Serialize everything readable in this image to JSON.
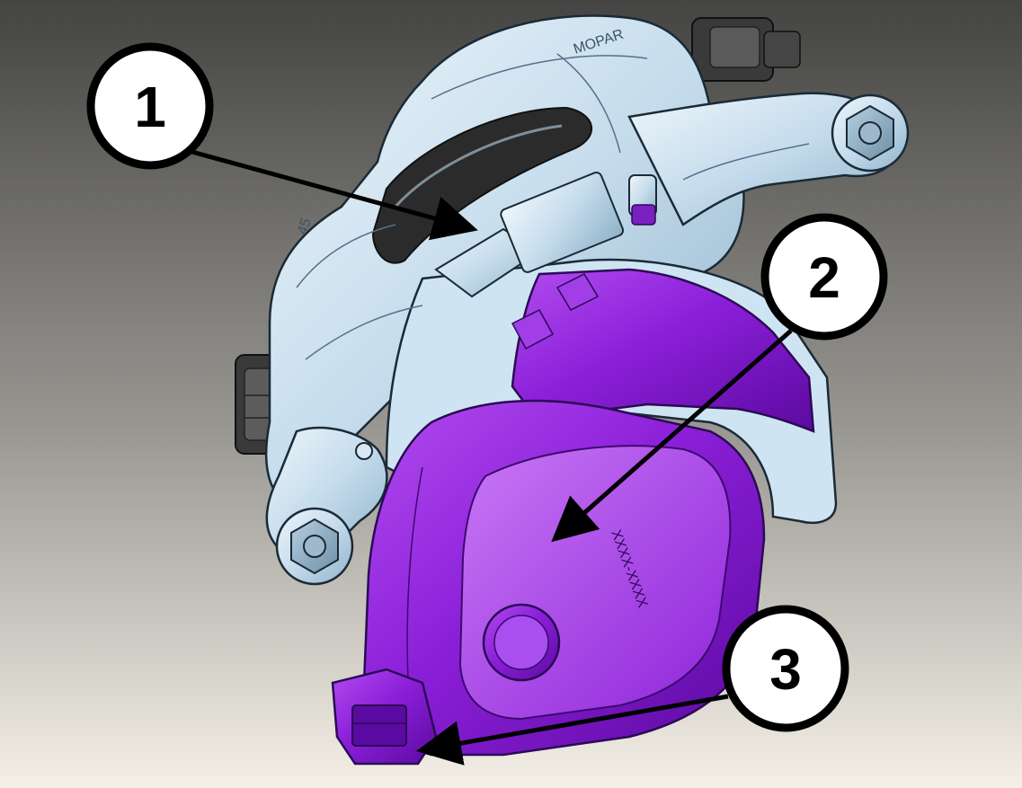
{
  "callouts": [
    {
      "id": "1",
      "label": "1"
    },
    {
      "id": "2",
      "label": "2"
    },
    {
      "id": "3",
      "label": "3"
    }
  ],
  "engraving": {
    "caliper_top": "MOPAR",
    "caliper_side": "45",
    "motor_cover": "XXXX-XXXX"
  },
  "colors": {
    "background_top": "#4a4a48",
    "background_bottom": "#f3efe6",
    "caliper": "#c9e0ef",
    "motor": "#8a1fd6",
    "callout_fill": "#ffffff",
    "callout_stroke": "#000000"
  }
}
